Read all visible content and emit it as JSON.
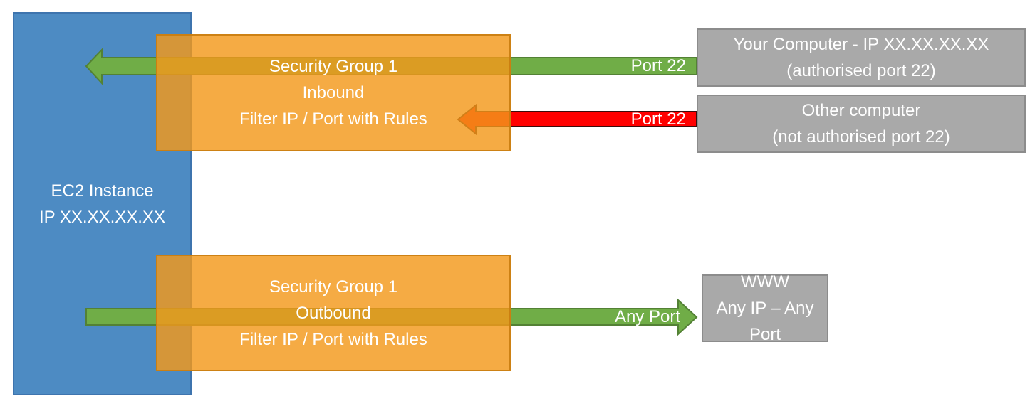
{
  "diagram": {
    "ec2": {
      "line1": "EC2 Instance",
      "line2": "IP XX.XX.XX.XX"
    },
    "inbound_sg": {
      "line1": "Security Group 1",
      "line2": "Inbound",
      "line3": "Filter IP / Port with Rules"
    },
    "outbound_sg": {
      "line1": "Security Group 1",
      "line2": "Outbound",
      "line3": "Filter IP / Port with Rules"
    },
    "your_computer": {
      "line1": "Your Computer - IP XX.XX.XX.XX",
      "line2": "(authorised port 22)"
    },
    "other_computer": {
      "line1": "Other computer",
      "line2": "(not authorised port 22)"
    },
    "www": {
      "line1": "WWW",
      "line2": "Any IP – Any Port"
    },
    "arrows": {
      "inbound_allowed_label": "Port 22",
      "inbound_blocked_label": "Port 22",
      "outbound_label": "Any Port"
    }
  },
  "colors": {
    "ec2_fill": "#4D8BC3",
    "ec2_border": "#3E74AE",
    "sg_fill": "rgba(243,152,27,0.82)",
    "sg_border": "rgba(201,124,16,0.9)",
    "endpoint_fill": "#A9A9A9",
    "endpoint_border": "#8C8C8C",
    "allowed_arrow": "#70AD47",
    "allowed_arrow_border": "#538135",
    "blocked_arrow": "#FF0000",
    "blocked_arrow_border": "#3A0D0D",
    "label_text": "#FFFFFF"
  }
}
